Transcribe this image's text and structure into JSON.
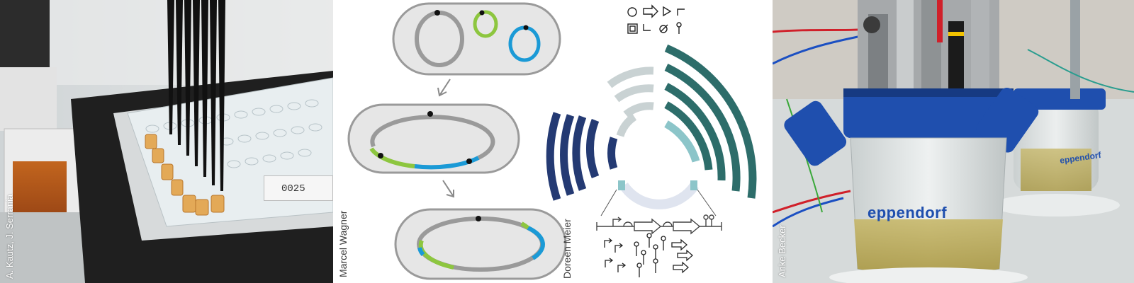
{
  "credits": {
    "lab_photo": "A. Kautz, J. Serrania",
    "plasmid_diagram": "Marcel Wagner",
    "genetic_circuit": "Doreen Meier",
    "bioreactor_photo": "Anke Becker"
  },
  "plate_label": "0025",
  "bioreactor_logo": "eppendorf",
  "bioreactor_logo_small": "eppendorf",
  "colors": {
    "gray_plasmid": "#9a9a9a",
    "green_plasmid": "#8dc63f",
    "blue_plasmid": "#1b9ad6",
    "navy_arc": "#243a73",
    "teal_arc": "#2d6d6a",
    "light_teal": "#8cc5c9",
    "light_gray_arc": "#c9d2d3",
    "cap_blue": "#1f4fae"
  },
  "sbol_glyphs": [
    "origin-glyph",
    "cds-glyph",
    "promoter-glyph",
    "assembly-glyph",
    "insulator-glyph",
    "terminator-glyph",
    "no-glyph",
    "aptamer-glyph"
  ]
}
